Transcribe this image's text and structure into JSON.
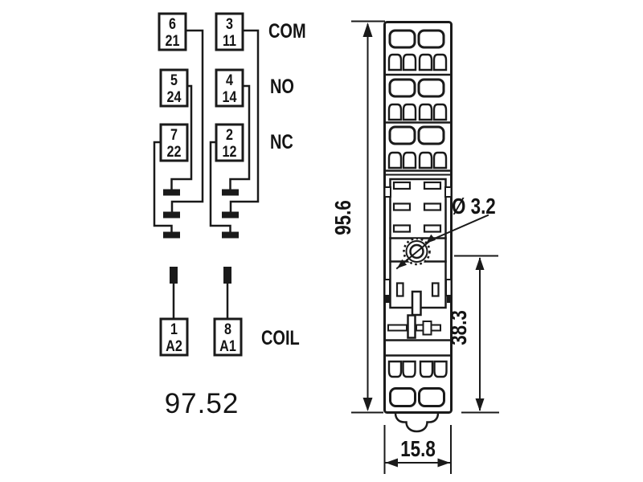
{
  "schematic": {
    "model": "97.52",
    "rows": [
      {
        "function": "COM",
        "left_top": "6",
        "left_bottom": "21",
        "right_top": "3",
        "right_bottom": "11"
      },
      {
        "function": "NO",
        "left_top": "5",
        "left_bottom": "24",
        "right_top": "4",
        "right_bottom": "14"
      },
      {
        "function": "NC",
        "left_top": "7",
        "left_bottom": "22",
        "right_top": "2",
        "right_bottom": "12"
      },
      {
        "function": "COIL",
        "left_top": "1",
        "left_bottom": "A2",
        "right_top": "8",
        "right_bottom": "A1"
      }
    ]
  },
  "dimensions": {
    "overall_height": "95.6",
    "hole_diameter": "Ø 3.2",
    "hole_center_to_bottom": "38.3",
    "width": "15.8"
  },
  "colors": {
    "ink": "#1a1a1a",
    "background": "#ffffff"
  }
}
